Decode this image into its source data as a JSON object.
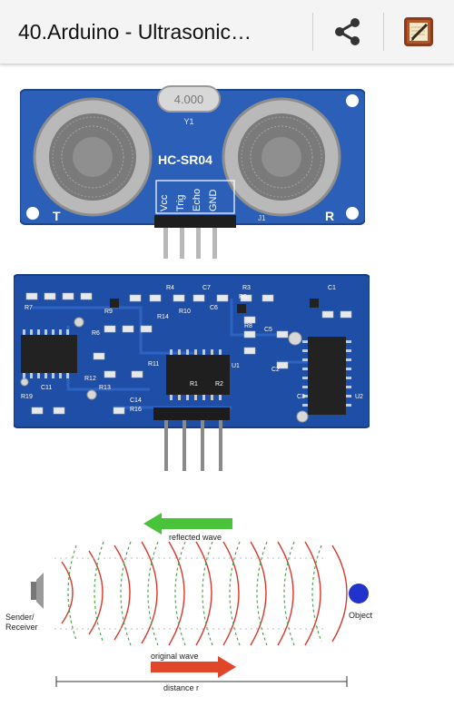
{
  "appbar": {
    "title": "40.Arduino - Ultrasonic…",
    "share_icon": "share-icon",
    "notes_icon": "notebook-pen-icon"
  },
  "sensor_front": {
    "crystal_label": "4.000",
    "crystal_ref": "Y1",
    "model_label": "HC-SR04",
    "pin_labels": [
      "Vcc",
      "Trig",
      "Echo",
      "GND"
    ],
    "connector_ref": "J1",
    "left_label": "T",
    "right_label": "R"
  },
  "sensor_back": {
    "labels": [
      "R7",
      "R4",
      "C7",
      "R3",
      "C1",
      "R5",
      "R10",
      "C6",
      "R9",
      "R8",
      "R14",
      "C5",
      "C2",
      "R6",
      "R11",
      "U1",
      "R12",
      "R13",
      "C3",
      "U2",
      "R1",
      "R2",
      "C11",
      "R19",
      "C14",
      "R16"
    ]
  },
  "diagram": {
    "reflected_label": "reflected wave",
    "original_label": "original wave",
    "sender_label_line1": "Sender/",
    "sender_label_line2": "Receiver",
    "object_label": "Object",
    "distance_label": "distance r"
  },
  "colors": {
    "pcb_blue": "#1d4aa3",
    "reflected_arrow": "#49c43a",
    "original_arrow": "#e0462a",
    "object_dot": "#2233cc",
    "wave_red": "#d33a2c",
    "wave_green": "#47a84a"
  }
}
